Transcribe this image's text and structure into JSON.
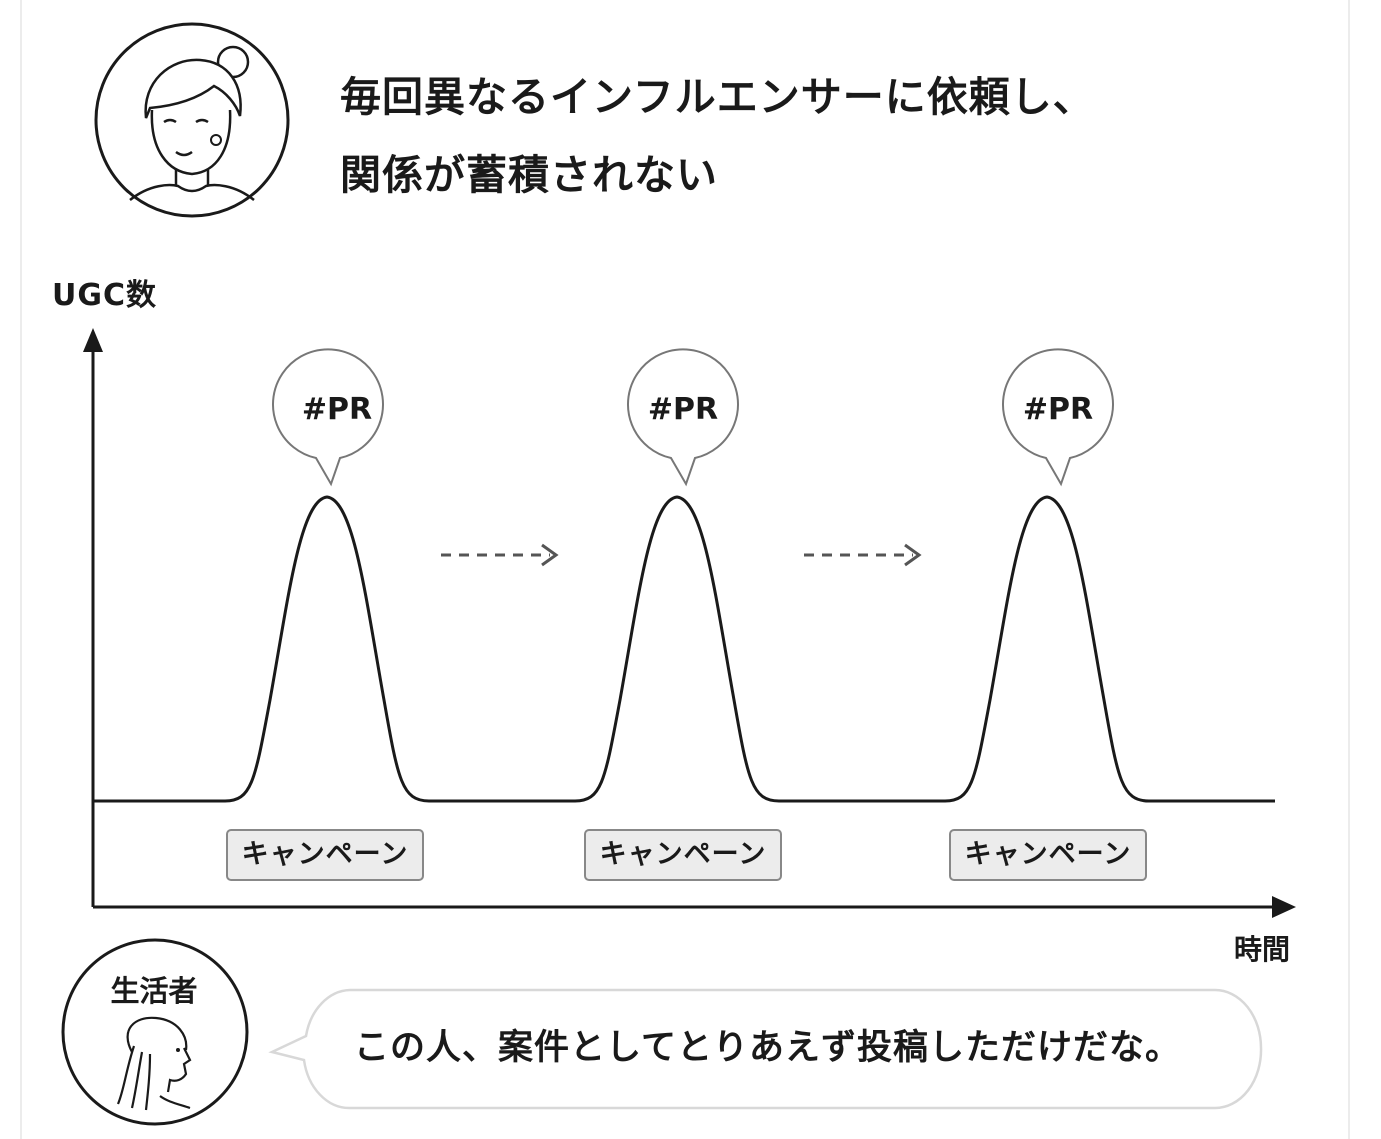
{
  "header": {
    "lines": [
      "毎回異なるインフルエンサーに依頼し、",
      "関係が蓄積されない"
    ]
  },
  "chart_data": {
    "type": "line",
    "ylabel": "UGC数",
    "xlabel": "時間",
    "peaks": [
      {
        "tag": "#PR",
        "campaign_label": "キャンペーン"
      },
      {
        "tag": "#PR",
        "campaign_label": "キャンペーン"
      },
      {
        "tag": "#PR",
        "campaign_label": "キャンペーン"
      }
    ]
  },
  "persona": {
    "label": "生活者",
    "comment": "この人、案件としてとりあえず投稿しただけだな。"
  },
  "colors": {
    "ink": "#1a1a1a",
    "line_gray": "#888888",
    "label_fill": "#ececec"
  }
}
